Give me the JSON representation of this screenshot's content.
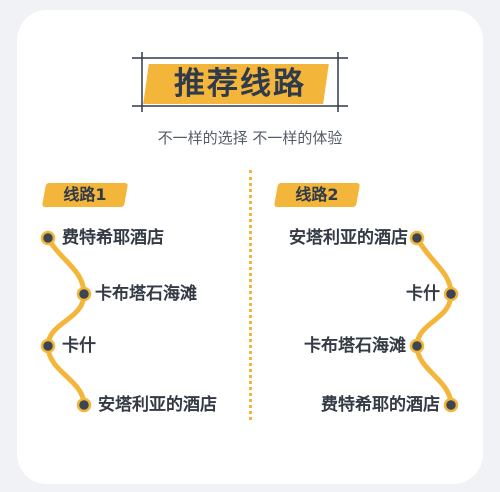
{
  "header": {
    "title": "推荐线路",
    "subtitle": "不一样的选择 不一样的体验"
  },
  "routes": [
    {
      "label": "线路1",
      "stops": [
        "费特希耶酒店",
        "卡布塔石海滩",
        "卡什",
        "安塔利亚的酒店"
      ]
    },
    {
      "label": "线路2",
      "stops": [
        "安塔利亚的酒店",
        "卡什",
        "卡布塔石海滩",
        "费特希耶的酒店"
      ]
    }
  ],
  "colors": {
    "accent": "#f4b63a",
    "node": "#3b4553",
    "text": "#333a44",
    "background": "#f1f2f6"
  }
}
